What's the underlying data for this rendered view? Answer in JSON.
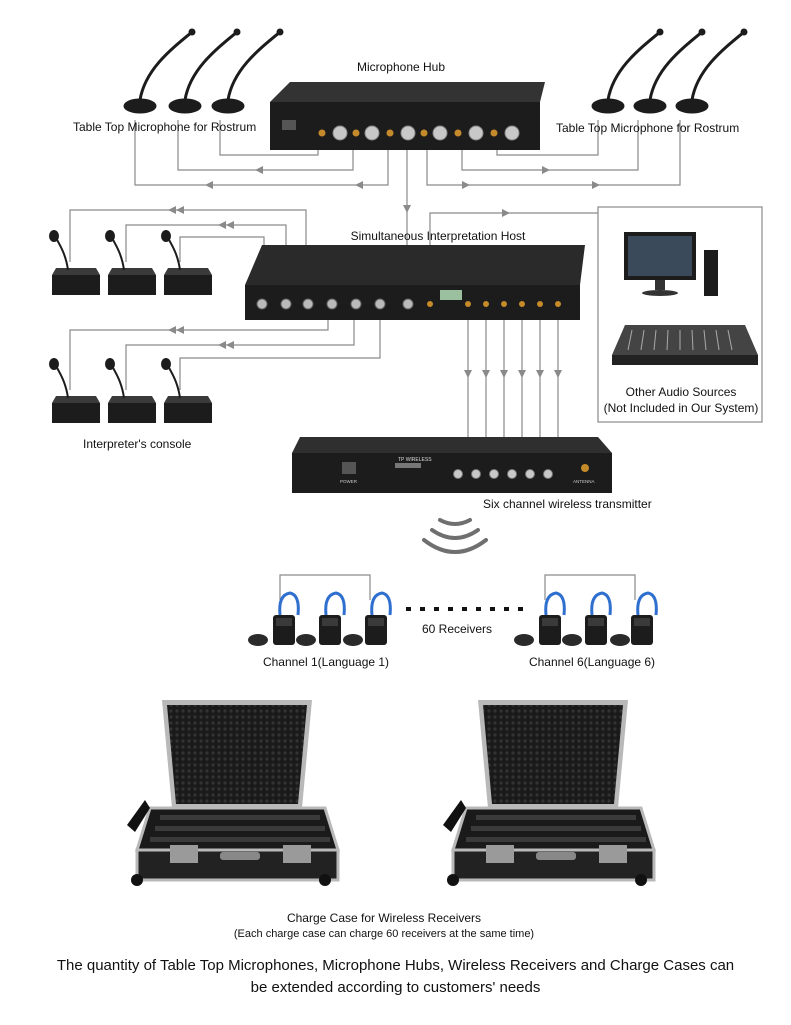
{
  "labels": {
    "microphone_hub": "Microphone Hub",
    "rostrum_left": "Table Top Microphone for Rostrum",
    "rostrum_right": "Table Top Microphone for Rostrum",
    "interpretation_host": "Simultaneous Interpretation Host",
    "interpreters_console": "Interpreter's console",
    "other_sources_line1": "Other Audio Sources",
    "other_sources_line2": "(Not Included in Our System)",
    "transmitter": "Six channel wireless transmitter",
    "receivers": "60 Receivers",
    "channel_1": "Channel 1(Language 1)",
    "channel_6": "Channel 6(Language 6)",
    "charge_case_line1": "Charge Case for Wireless Receivers",
    "charge_case_line2": "(Each charge case can charge 60 receivers at the same time)"
  },
  "device_text": {
    "transmitter_brand": "TP WIRELESS",
    "transmitter_power": "POWER",
    "transmitter_antenna": "ANTENNA"
  },
  "footer": {
    "line1": "The quantity of Table Top Microphones, Microphone Hubs, Wireless Receivers and Charge Cases can",
    "line2": "be extended according to customers' needs"
  },
  "colors": {
    "line": "#8a8a8a",
    "device": "#1c1c1c",
    "device_panel": "#2a2a2a",
    "knob": "#c8c8c8",
    "jack": "#c58a2a",
    "strap": "#2f6fd0",
    "case_shell": "#222222",
    "case_trim": "#b9b9b9"
  }
}
